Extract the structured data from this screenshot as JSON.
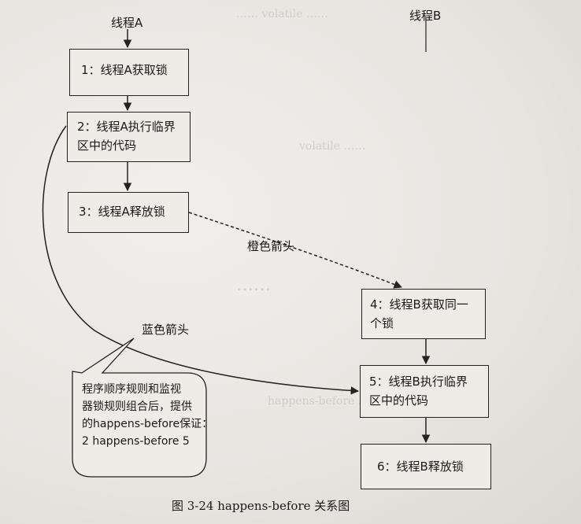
{
  "threads": {
    "a_label": "线程A",
    "b_label": "线程B"
  },
  "steps": [
    {
      "id": "1",
      "text": "1：线程A获取锁"
    },
    {
      "id": "2",
      "line1": "2：线程A执行临界",
      "line2": "区中的代码"
    },
    {
      "id": "3",
      "text": "3：线程A释放锁"
    },
    {
      "id": "4",
      "line1": "4：线程B获取同一",
      "line2": "个锁"
    },
    {
      "id": "5",
      "line1": "5：线程B执行临界",
      "line2": "区中的代码"
    },
    {
      "id": "6",
      "text": "6：线程B释放锁"
    }
  ],
  "arrow_labels": {
    "orange": "橙色箭头",
    "blue": "蓝色箭头"
  },
  "note": {
    "line1": "程序顺序规则和监视",
    "line2": "器锁规则组合后，提供",
    "line3": "的happens-before保证：",
    "line4": "2 happens-before 5"
  },
  "figure_caption": "图 3-24    happens-before 关系图",
  "colors": {
    "line": "#222222",
    "box_fill": "#efece8"
  }
}
